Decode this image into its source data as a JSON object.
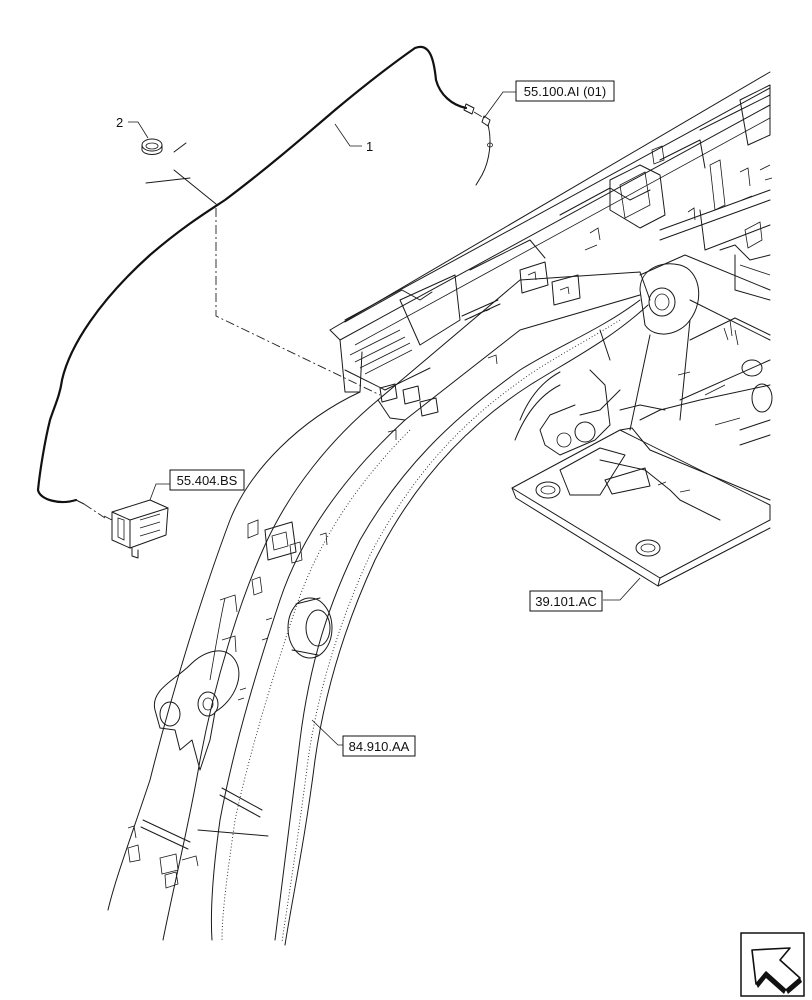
{
  "item_labels": {
    "harness": "1",
    "clip": "2"
  },
  "references": {
    "connector_ref": "55.100.AI (01)",
    "lamp_ref": "55.404.BS",
    "tank_ref": "39.101.AC",
    "boom_ref": "84.910.AA"
  },
  "navigation_icon": "next-page-arrow-icon"
}
